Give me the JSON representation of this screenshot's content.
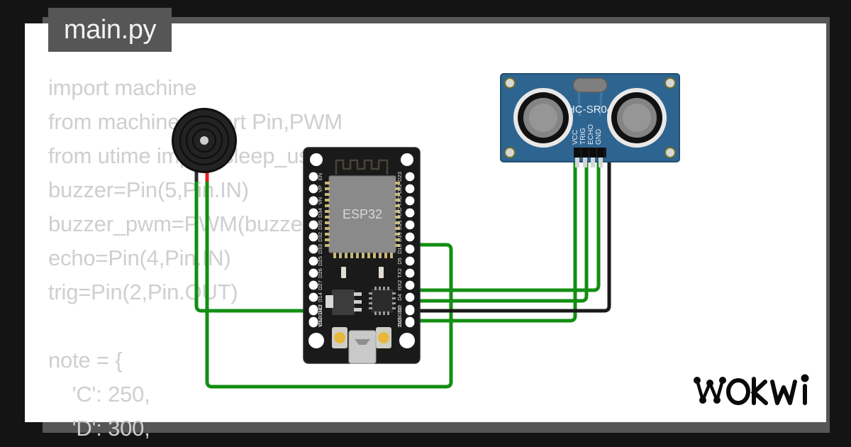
{
  "window": {
    "background_color": "#141414",
    "canvas_color": "#ffffff",
    "shadow_color": "#565656"
  },
  "editor": {
    "tab": {
      "label": "main.py",
      "background_color": "#565656",
      "text_color": "#f2f2f2"
    },
    "code_text_color": "#cfcfcf",
    "code_lines": [
      "import machine",
      "from machine import Pin,PWM",
      "from utime import sleep_us,sleep",
      "buzzer=Pin(5,Pin.IN)",
      "buzzer_pwm=PWM(buzzer)",
      "echo=Pin(4,Pin.IN)",
      "trig=Pin(2,Pin.OUT)",
      "",
      "note = {",
      "    'C': 250,",
      "    'D': 300,"
    ]
  },
  "diagram": {
    "components": [
      {
        "id": "buzzer",
        "name": "buzzer",
        "type": "piezo-buzzer",
        "body_color": "#1f1f1f",
        "wires": [
          {
            "label": "negative",
            "color": "#2c2c2c"
          },
          {
            "label": "positive",
            "color": "#e02020"
          }
        ]
      },
      {
        "id": "esp32",
        "name": "ESP32 DevKit",
        "chip_label": "ESP32",
        "board_color": "#1a1a1a",
        "chip_color": "#8a8a8a",
        "pins_left": [
          "EN",
          "VP",
          "VN",
          "D34",
          "D35",
          "D32",
          "D33",
          "D25",
          "D26",
          "D27",
          "D14",
          "D12",
          "D13",
          "GND",
          "VIN"
        ],
        "pins_right": [
          "D23",
          "D22",
          "TXD",
          "RXD",
          "D21",
          "D19",
          "D18",
          "D5",
          "TX2",
          "RX2",
          "D4",
          "D2",
          "D15",
          "GND",
          "3V3"
        ]
      },
      {
        "id": "hcsr04",
        "name": "HC-SR04",
        "silk_label": "HC-SR04",
        "board_color": "#2e6490",
        "pins": [
          "VCC",
          "TRIG",
          "ECHO",
          "GND"
        ]
      }
    ],
    "connections": [
      {
        "from": "hcsr04:VCC",
        "to": "esp32:3V3",
        "color": "#128e12"
      },
      {
        "from": "hcsr04:TRIG",
        "to": "esp32:D2",
        "color": "#128e12"
      },
      {
        "from": "hcsr04:ECHO",
        "to": "esp32:D4",
        "color": "#128e12"
      },
      {
        "from": "hcsr04:GND",
        "to": "esp32:GND",
        "color": "#1a1a1a"
      },
      {
        "from": "buzzer:pos",
        "to": "esp32:D5",
        "color": "#128e12"
      },
      {
        "from": "buzzer:neg",
        "to": "esp32:GND",
        "color": "#128e12"
      }
    ],
    "wire_colors": {
      "green": "#128e12",
      "black": "#1a1a1a",
      "red": "#e02020"
    }
  },
  "branding": {
    "logo_text": "wokwi",
    "logo_color": "#0a0a0a"
  }
}
